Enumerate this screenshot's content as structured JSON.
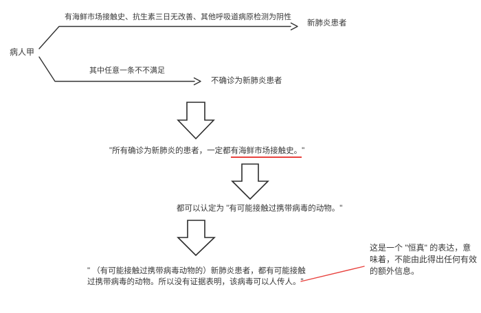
{
  "colors": {
    "background": "#ffffff",
    "text": "#383838",
    "line": "#303030",
    "accent_red": "#e8403c"
  },
  "diagram": {
    "patient": "病人甲",
    "top_branch": {
      "condition": "有海鲜市场接触史、抗生素三日无改善、其他呼吸道病原检测为阴性",
      "outcome": "新肺炎患者"
    },
    "bottom_branch": {
      "condition": "其中任意一条不不满足",
      "outcome": "不确诊为新肺炎患者"
    },
    "statement1": {
      "prefix": "\"所有确诊为新肺炎的患者，一定都",
      "underlined": "有海鲜市场接触史。",
      "suffix": "\""
    },
    "statement2": "都可以认定为 \"有可能接触过携带病毒的动物。\"",
    "statement3": {
      "line1": "\" （有可能接触过携带病毒动物的）新肺炎患者，都有可能接触",
      "line2": "过携带病毒的动物。所以没有证据表明，该病毒可以人传人。\""
    },
    "annotation": {
      "line1": "这是一个 \"恒真\" 的表达，意",
      "line2": "味着，不能由此得出任何有效",
      "line3": "的额外信息。"
    }
  }
}
